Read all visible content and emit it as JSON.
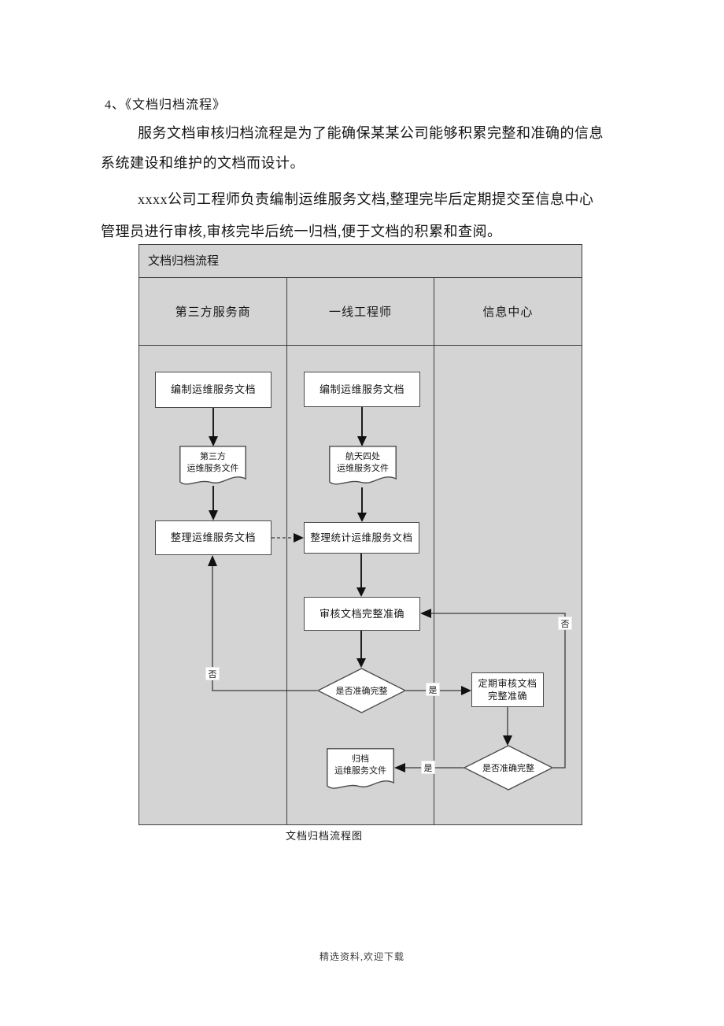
{
  "document": {
    "heading": "4、《文档归档流程》",
    "paragraph1_line1": "服务文档审核归档流程是为了能确保某某公司能够积累完整和准确的信息",
    "paragraph1_line2": "系统建设和维护的文档而设计。",
    "paragraph2_line1": "xxxx公司工程师负责编制运维服务文档,整理完毕后定期提交至信息中心",
    "paragraph2_line2": "管理员进行审核,审核完毕后统一归档,便于文档的积累和查阅。"
  },
  "flowchart": {
    "title": "文档归档流程",
    "caption": "文档归档流程图",
    "lanes": {
      "lane1": "第三方服务商",
      "lane2": "一线工程师",
      "lane3": "信息中心"
    },
    "nodes": {
      "compile_doc_vendor": "编制运维服务文档",
      "vendor_file_line1": "第三方",
      "vendor_file_line2": "运维服务文件",
      "organize_doc_vendor": "整理运维服务文档",
      "compile_doc_engineer": "编制运维服务文档",
      "engineer_file_line1": "航天四处",
      "engineer_file_line2": "运维服务文件",
      "organize_stats_doc": "整理统计运维服务文档",
      "review_doc": "审核文档完整准确",
      "decision1": "是否准确完整",
      "periodic_review_line1": "定期审核文档",
      "periodic_review_line2": "完整准确",
      "decision2": "是否准确完整",
      "archive_file_line1": "归档",
      "archive_file_line2": "运维服务文件"
    },
    "labels": {
      "no1": "否",
      "yes1": "是",
      "yes2": "是",
      "no2": "否"
    },
    "colors": {
      "lane_background": "#d4d4d4",
      "shape_fill": "#ffffff",
      "line_color": "#3d3d3d"
    }
  },
  "footer": {
    "text": "精选资料,欢迎下载"
  }
}
